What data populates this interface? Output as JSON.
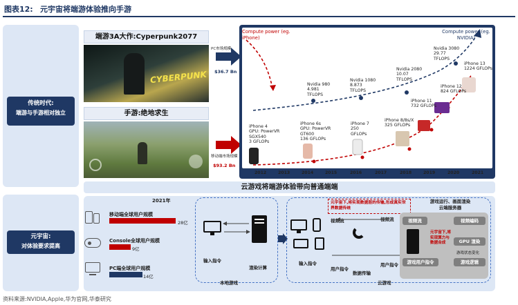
{
  "header": {
    "label": "图表12:",
    "title": "元宇宙将端游体验推向手游"
  },
  "left_top": {
    "title": "传统时代:",
    "subtitle": "端游与手游相对独立"
  },
  "left_bottom": {
    "title": "元宇宙:",
    "subtitle": "对体验要求提高"
  },
  "pc_game": {
    "caption": "端游3A大作:Cyperpunk2077",
    "logo_text": "CYBERPUNK",
    "market_label": "PC市场规模",
    "market_value": "$36.7 Bn"
  },
  "mobile_game": {
    "caption": "手游:绝地求生",
    "market_label": "移动端市场规模",
    "market_value": "$93.2 Bn"
  },
  "timeline": {
    "label_iphone": "Compute power (eg. iPhone)",
    "label_nvidia": "Compute power (eg. NVIDIA)",
    "years": [
      "2012",
      "2013",
      "2014",
      "2015",
      "2016",
      "2017",
      "2018",
      "2019",
      "2020",
      "2021"
    ],
    "nvidia": [
      {
        "name": "Nvidia 980",
        "l2": "4.981",
        "l3": "TFLOPS"
      },
      {
        "name": "Nvidia 1080",
        "l2": "8.873",
        "l3": "TFLOPS"
      },
      {
        "name": "Nvidia 2080",
        "l2": "10.07",
        "l3": "TFLOPS"
      },
      {
        "name": "Nvidia 3080",
        "l2": "29.77",
        "l3": "TFLOPS"
      }
    ],
    "iphone": [
      {
        "name": "iPhone 4",
        "l2": "GPU: PowerVR",
        "l3": "SGX540",
        "l4": "3 GFLOPs"
      },
      {
        "name": "iPhone 6s",
        "l2": "GPU: PowerVR",
        "l3": "GT600",
        "l4": "136 GFLOPs"
      },
      {
        "name": "iPhone 7",
        "l2": "250",
        "l3": "GFLOPs"
      },
      {
        "name": "iPhone 8/8s/X",
        "l2": "325 GFLOPs"
      },
      {
        "name": "iPhone 11",
        "l2": "732 GFLOPs"
      },
      {
        "name": "iPhone 12",
        "l2": "824 GFLOPs"
      },
      {
        "name": "iPhone 13",
        "l2": "1224 GFLOPs"
      }
    ]
  },
  "banner": "云游戏将端游体验带向普通端端",
  "users": {
    "year": "2021年",
    "rows": [
      {
        "label": "移动端全球用户规模",
        "value": "28亿",
        "fraction": 1.0,
        "color": "#c00000"
      },
      {
        "label": "Console全球用户规模",
        "value": "9亿",
        "fraction": 0.32,
        "color": "#c00000"
      },
      {
        "label": "PC端全球用户规模",
        "value": "14亿",
        "fraction": 0.5,
        "color": "#1f3864"
      }
    ]
  },
  "local": {
    "input": "输入指令",
    "compute": "渲染计算",
    "footer": "本地游戏"
  },
  "cloud": {
    "input": "输入指令",
    "user_cmd1": "用户指令",
    "transmit": "数据传输",
    "user_cmd2": "用户指令",
    "video_stream": "视频流",
    "footer": "云游戏",
    "red_note": "元宇宙下,将实现数据层的传输,形成真实世界数据传统",
    "server_title1": "游戏运行、画面渲染",
    "server_title2": "云端服务器",
    "video_box1": "视频流",
    "video_box2": "视频编码",
    "gpu": "GPU 渲染",
    "red_side": "元宇宙下,将实现算力与数据合成",
    "user_cmd_box": "游戏用户指令",
    "game_logic": "游戏逻辑",
    "stat_note": "游戏状态变化"
  },
  "source": "资料来源:NVIDIA,Apple,华为官网,华泰研究"
}
